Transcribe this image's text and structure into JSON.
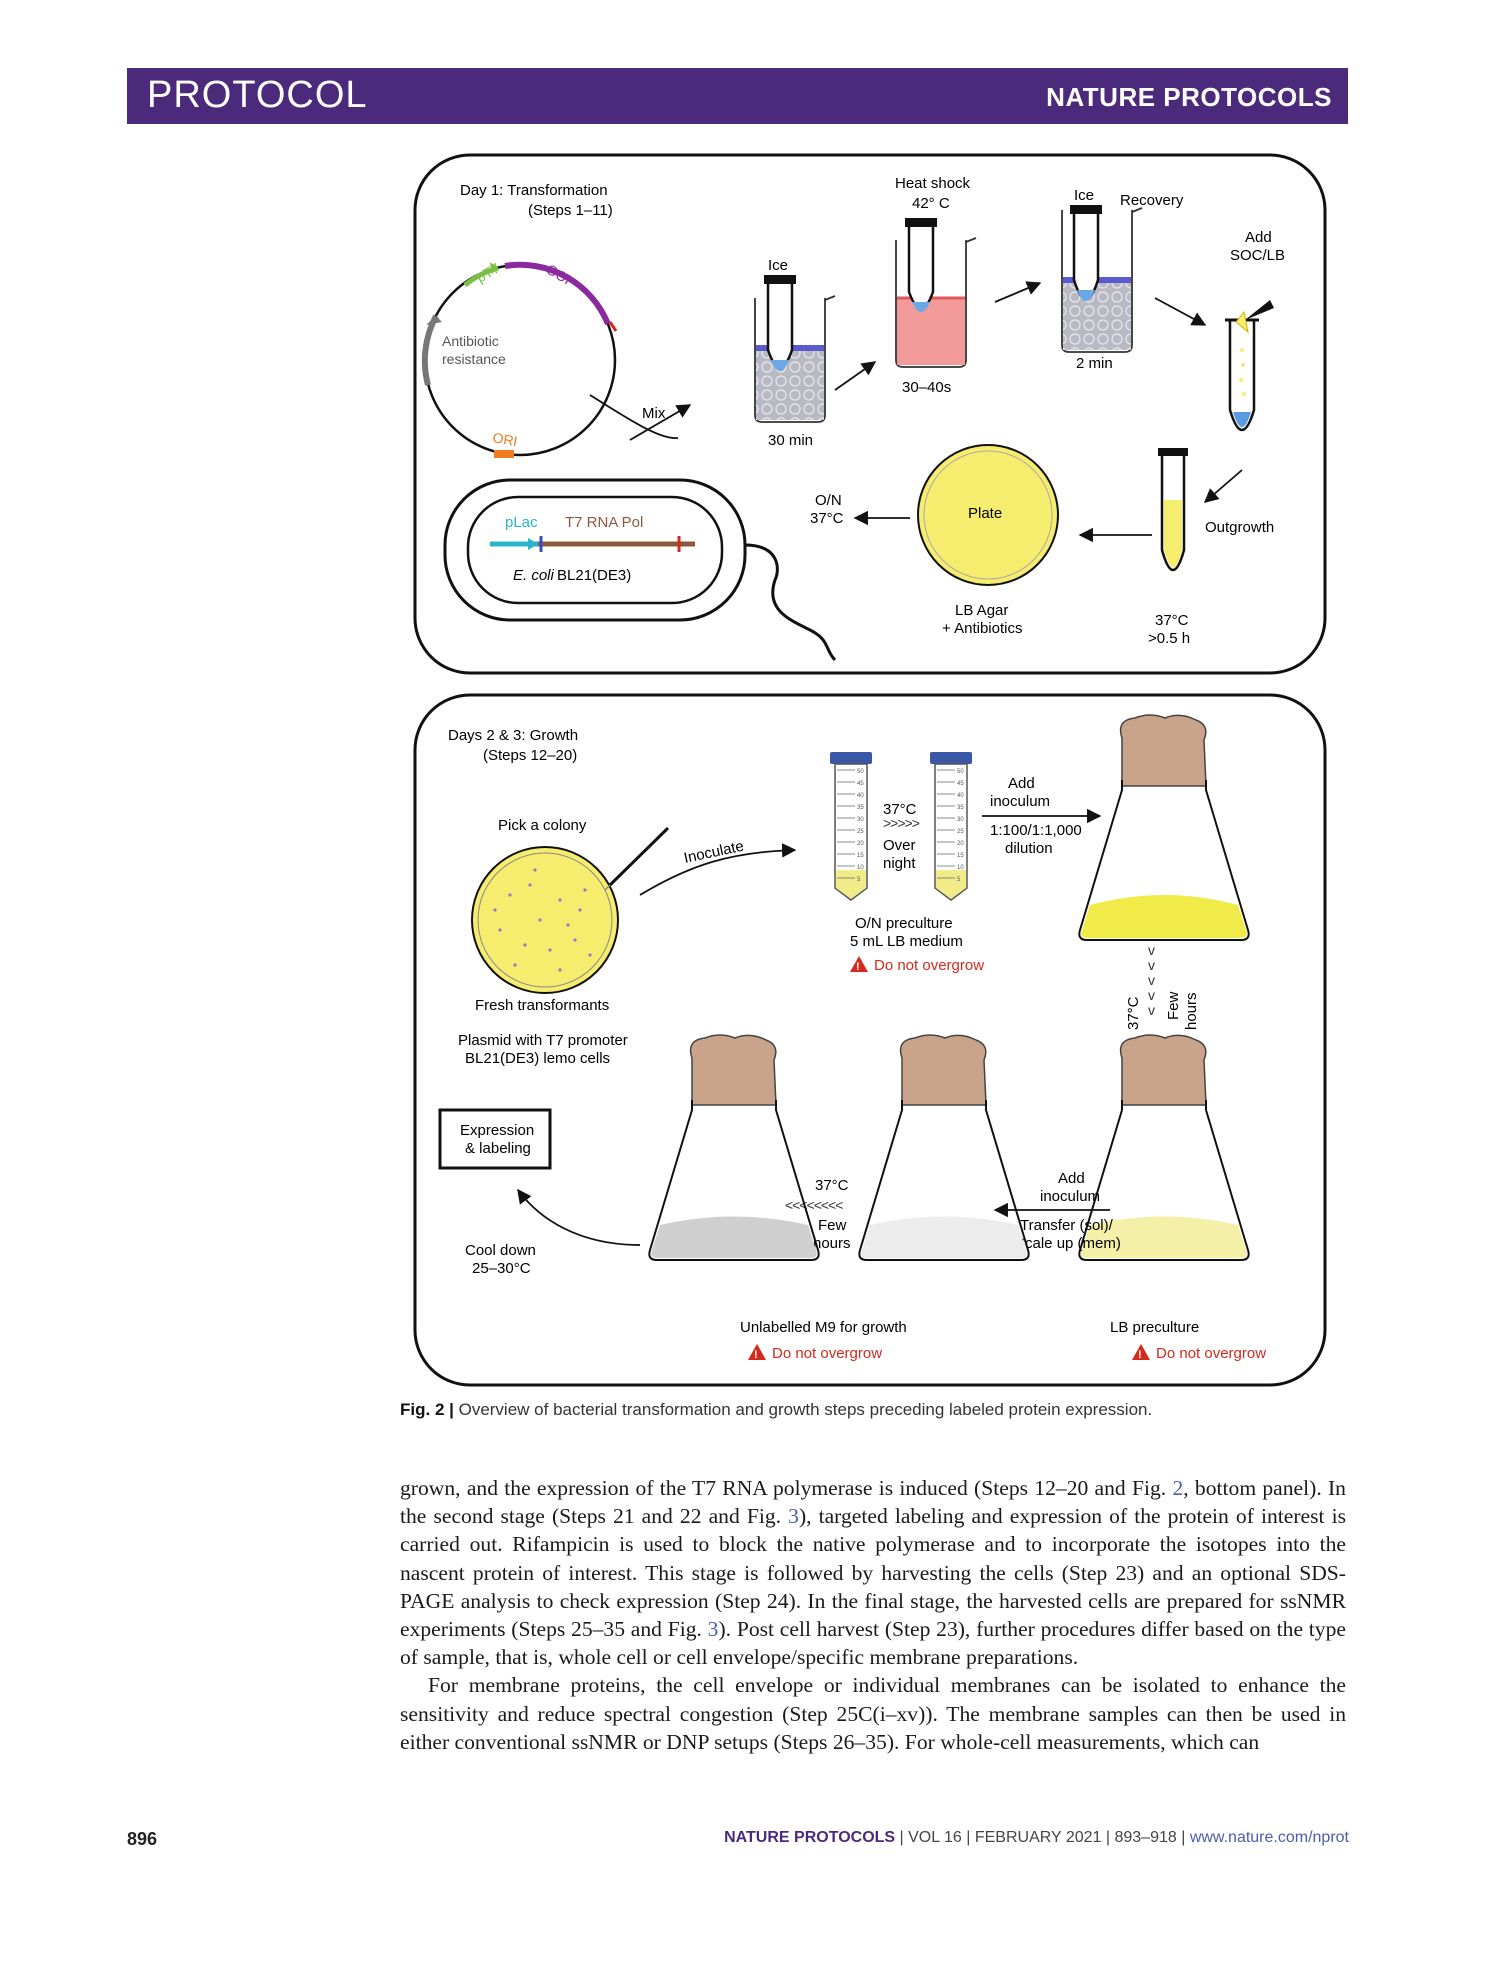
{
  "header": {
    "section": "PROTOCOL",
    "journal": "NATURE PROTOCOLS"
  },
  "figure": {
    "top": {
      "title": "Day 1: Transformation",
      "steps": "(Steps 1–11)",
      "plasmid": {
        "promoter": "pT7",
        "gene": "GOI",
        "marker_line1": "Antibiotic",
        "marker_line2": "resistance",
        "origin": "ORI"
      },
      "cell": {
        "promoter": "pLac",
        "gene": "T7 RNA Pol",
        "strain_italic": "E. coli",
        "strain": " BL21(DE3)"
      },
      "mix": "Mix",
      "ice1": "Ice",
      "ice1_time": "30 min",
      "heat_line1": "Heat shock",
      "heat_line2": "42° C",
      "heat_time": "30–40s",
      "ice2": "Ice",
      "recovery": "Recovery",
      "ice2_time": "2 min",
      "add_line1": "Add",
      "add_line2": "SOC/LB",
      "outgrowth": "Outgrowth",
      "outgrowth_temp": "37°C",
      "outgrowth_time": ">0.5 h",
      "plate": "Plate",
      "plate_line1": "LB Agar",
      "plate_line2": "+ Antibiotics",
      "on_line1": "O/N",
      "on_line2": "37°C"
    },
    "bottom": {
      "title": "Days 2 & 3: Growth",
      "steps": "(Steps 12–20)",
      "pick": "Pick a colony",
      "fresh": "Fresh transformants",
      "plasmid_note_line1": "Plasmid with T7 promoter",
      "plasmid_note_line2": "BL21(DE3) lemo cells",
      "inoculate": "Inoculate",
      "tube_temp": "37°C",
      "tube_time1": "Over",
      "tube_time2": "night",
      "preculture_line1": "O/N preculture",
      "preculture_line2": "5 mL LB medium",
      "warning": "Do not overgrow",
      "add_inoc1": "Add",
      "add_inoc2": "inoculum",
      "dilution1": "1:100/1:1,000",
      "dilution2": "dilution",
      "vert_temp": "37°C",
      "vert_time1": "Few",
      "vert_time2": "hours",
      "add_inoc3": "Add",
      "add_inoc4": "inoculum",
      "transfer1": "Transfer (sol)/",
      "transfer2": "Scale up (mem)",
      "m9_temp": "37°C",
      "m9_time1": "Few",
      "m9_time2": "hours",
      "lb_preculture": "LB preculture",
      "m9_label": "Unlabelled M9 for growth",
      "expression1": "Expression",
      "expression2": "& labeling",
      "cool1": "Cool down",
      "cool2": "25–30°C",
      "tube_ticks": [
        "50",
        "45",
        "40",
        "35",
        "30",
        "25",
        "20",
        "15",
        "10",
        "5"
      ]
    }
  },
  "caption": {
    "label": "Fig. 2 |",
    "text": " Overview of bacterial transformation and growth steps preceding labeled protein expression."
  },
  "body": {
    "p1_a": "grown, and the expression of the T7 RNA polymerase is induced (Steps 12–20 and Fig. ",
    "p1_ref1": "2",
    "p1_b": ", bottom panel). In the second stage (Steps 21 and 22 and Fig. ",
    "p1_ref2": "3",
    "p1_c": "), targeted labeling and expression of the protein of interest is carried out. Rifampicin is used to block the native polymerase and to incorporate the isotopes into the nascent protein of interest. This stage is followed by harvesting the cells (Step 23) and an optional SDS-PAGE analysis to check expression (Step 24). In the final stage, the harvested cells are prepared for ssNMR experiments (Steps 25–35 and Fig. ",
    "p1_ref3": "3",
    "p1_d": "). Post cell harvest (Step 23), further procedures differ based on the type of sample, that is, whole cell or cell envelope/specific membrane preparations.",
    "p2": "For membrane proteins, the cell envelope or individual membranes can be isolated to enhance the sensitivity and reduce spectral congestion (Step 25C(i–xv)). The membrane samples can then be used in either conventional ssNMR or DNP setups (Steps 26–35). For whole-cell measurements, which can"
  },
  "footer": {
    "page": "896",
    "journal": "NATURE PROTOCOLS",
    "volume": " | VOL 16 | FEBRUARY 2021 | 893–918 | ",
    "url": "www.nature.com/nprot"
  },
  "colors": {
    "brand": "#4b2a7b",
    "plasmid_purple": "#8b2a9e",
    "pt7_green": "#7bc043",
    "ori_orange": "#f07a22",
    "plac_cyan": "#26b5c9",
    "t7pol_brown": "#8a5a3a",
    "lb_yellow": "#f6ec6e",
    "warning_red": "#d42a1e",
    "flask_cap": "#c9a48a"
  }
}
